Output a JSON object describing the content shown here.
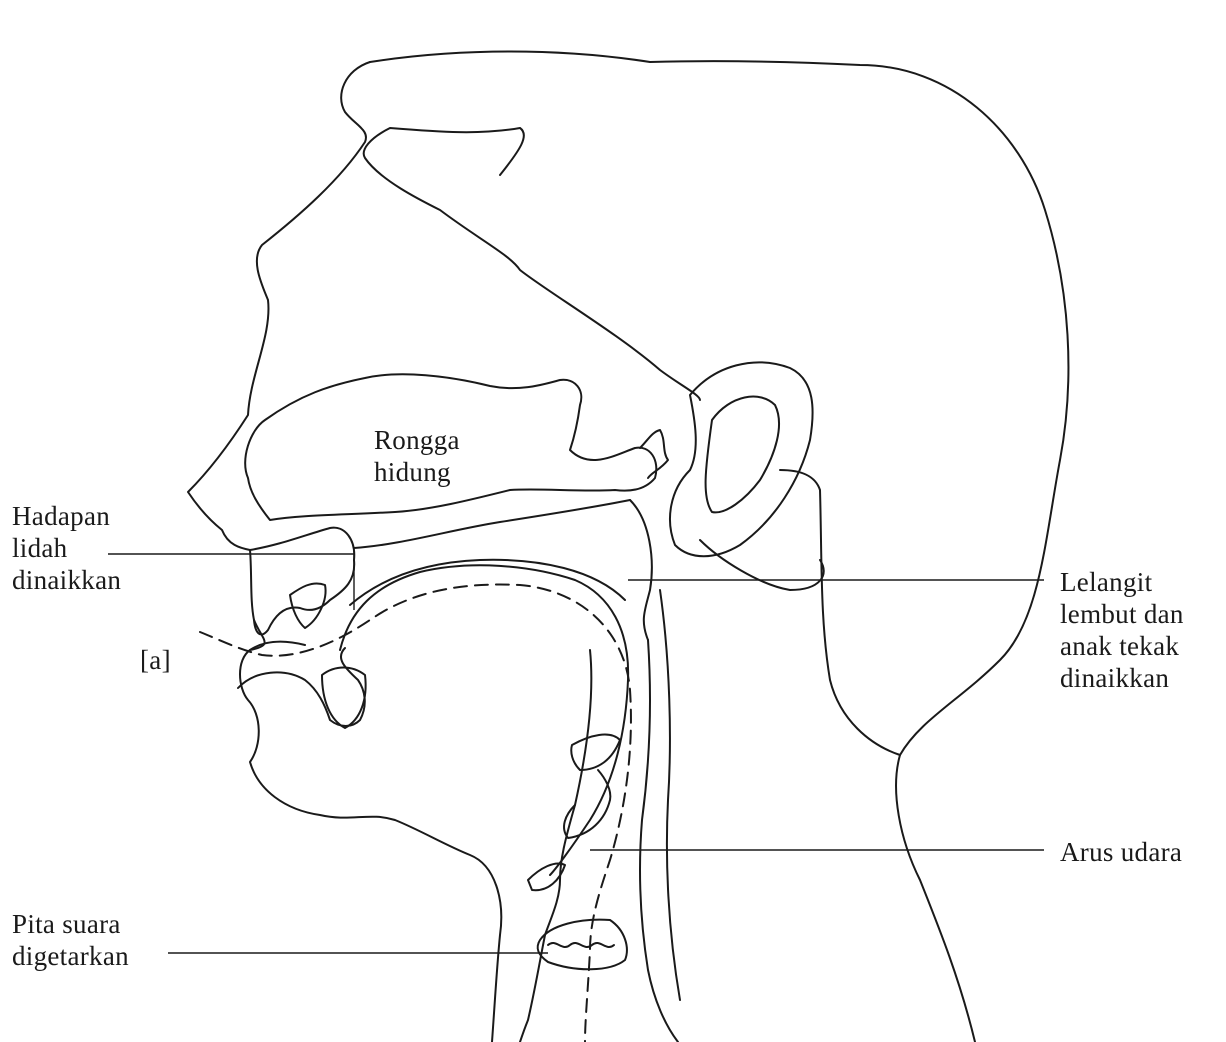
{
  "labels": {
    "nasal_cavity": [
      "Rongga",
      "hidung"
    ],
    "tongue_front": [
      "Hadapan",
      "lidah",
      "dinaikkan"
    ],
    "vowel": "[a]",
    "soft_palate": [
      "Lelangit",
      "lembut dan",
      "anak tekak",
      "dinaikkan"
    ],
    "airflow": "Arus udara",
    "vocal_cords": [
      "Pita suara",
      "digetarkan"
    ]
  }
}
